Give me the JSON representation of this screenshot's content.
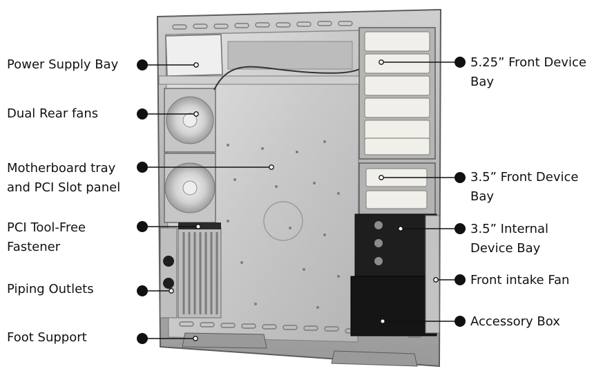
{
  "labels": {
    "left": {
      "power_supply_bay": "Power Supply Bay",
      "dual_rear_fans": "Dual Rear fans",
      "motherboard_tray": "Motherboard tray\nand PCI Slot panel",
      "pci_tool_free": "PCI Tool-Free\nFastener",
      "piping_outlets": "Piping Outlets",
      "foot_support": "Foot Support"
    },
    "right": {
      "front_525_bay": "5.25” Front Device\nBay",
      "front_35_bay": "3.5” Front Device\nBay",
      "internal_35_bay": "3.5” Internal\nDevice Bay",
      "front_intake_fan": "Front intake Fan",
      "accessory_box": "Accessory Box"
    }
  },
  "colors": {
    "callout": "#111111",
    "chassis_light": "#d7d7d7",
    "chassis_mid": "#a9a9a9",
    "chassis_dark": "#6e6e6e",
    "panel_black": "#1a1a1a",
    "drive_tray": "#f0efe9"
  }
}
